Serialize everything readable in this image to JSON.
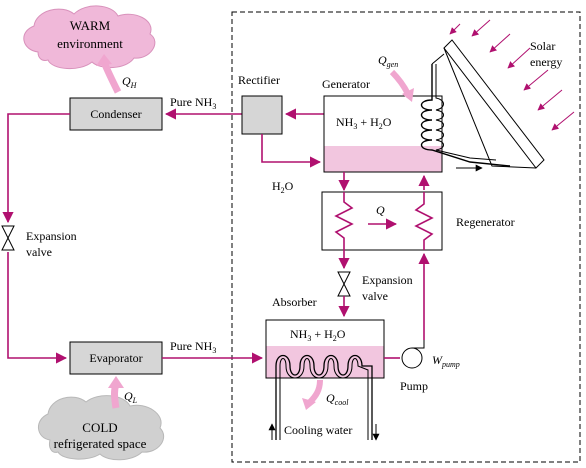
{
  "labels": {
    "warm_1": "WARM",
    "warm_2": "environment",
    "qh_main": "Q",
    "qh_sub": "H",
    "condenser": "Condenser",
    "pure_nh3_top": "Pure NH",
    "nh3_sub": "3",
    "rectifier": "Rectifier",
    "generator": "Generator",
    "qgen_main": "Q",
    "qgen_sub": "gen",
    "solar_1": "Solar",
    "solar_2": "energy",
    "mix_gen": "NH",
    "h2o_left": "H",
    "h2o_sub": "2",
    "h2o_right": "O",
    "exp_1": "Expansion",
    "exp_2": "valve",
    "regenerator": "Regenerator",
    "q_regen": "Q",
    "absorber": "Absorber",
    "evaporator": "Evaporator",
    "pure_nh3_bottom": "Pure NH",
    "ql_main": "Q",
    "ql_sub": "L",
    "cold_1": "COLD",
    "cold_2": "refrigerated space",
    "qcool_main": "Q",
    "qcool_sub": "cool",
    "wpump_main": "W",
    "wpump_sub": "pump",
    "pump": "Pump",
    "cooling_water": "Cooling water"
  },
  "colors": {
    "pipe": "#b0106f",
    "liquid": "#f2c6df",
    "cloud": "#f0b8d9",
    "cold_cloud": "#d0d0d0",
    "component": "#d6d6d6"
  }
}
